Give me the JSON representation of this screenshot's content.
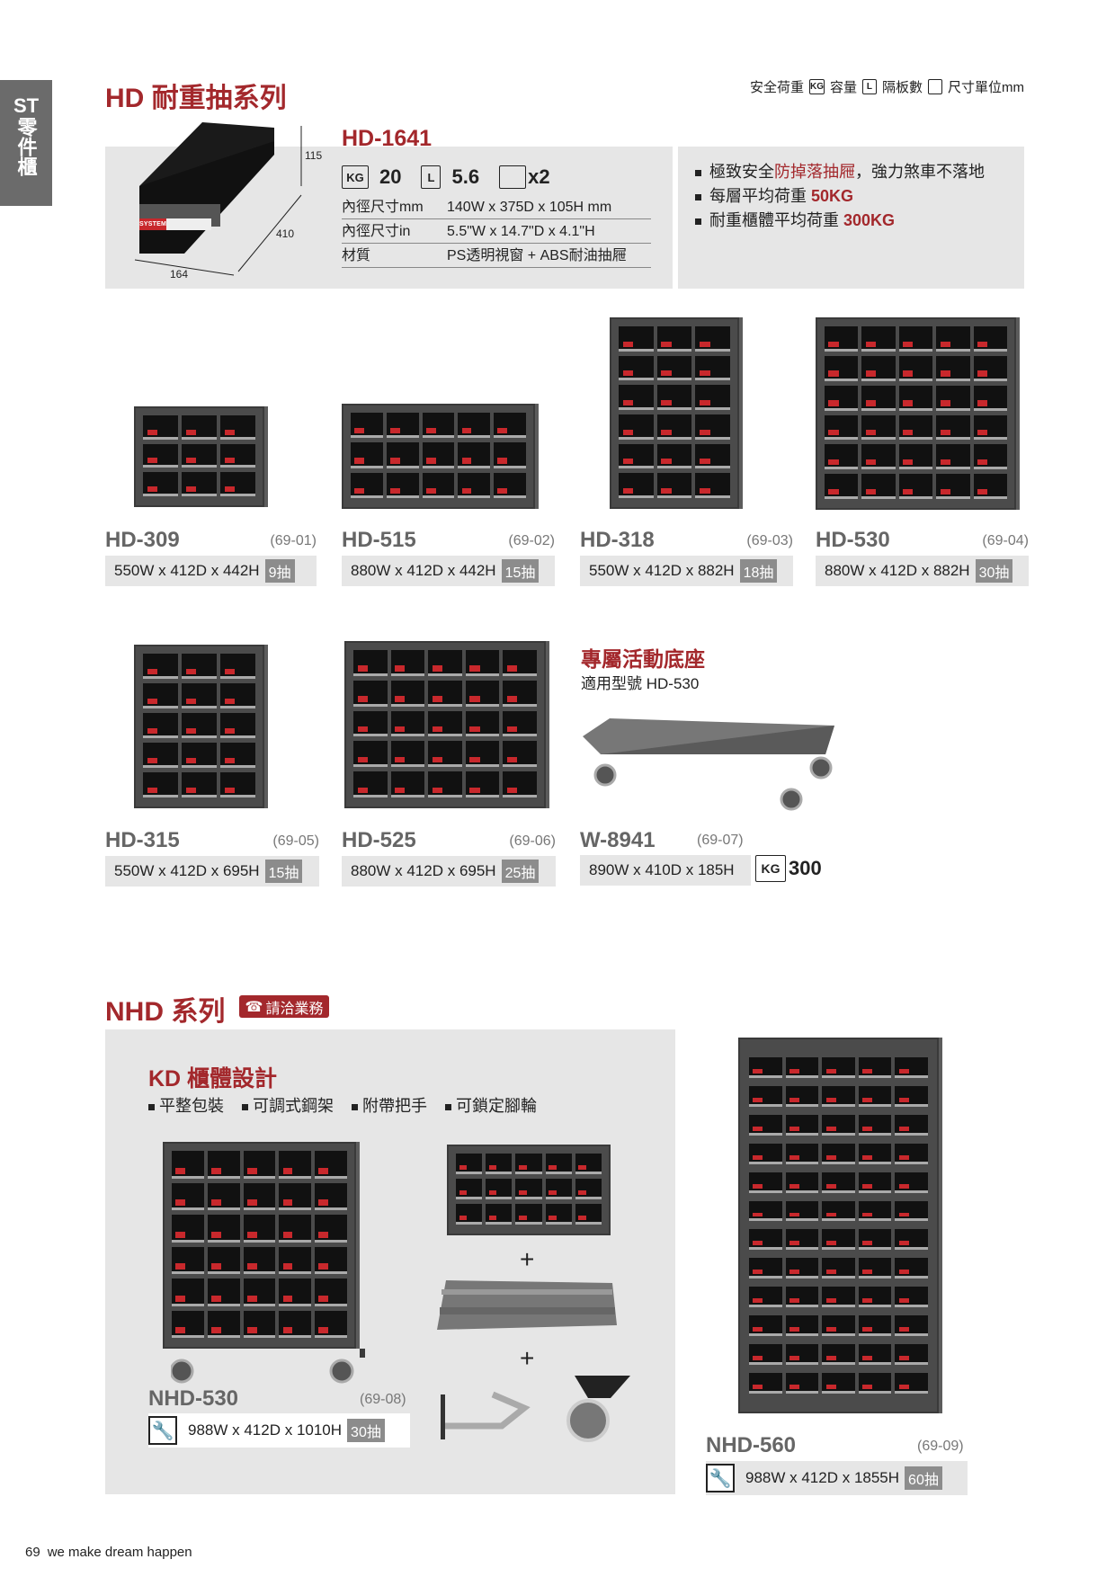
{
  "side_tab": {
    "line1": "ST",
    "line2": "零件櫃"
  },
  "hd": {
    "title": "HD 耐重抽系列",
    "legend": {
      "safe_load": "安全荷重",
      "kg": "KG",
      "capacity": "容量",
      "l": "L",
      "dividers": "隔板數",
      "unit": "尺寸單位mm"
    },
    "bin": {
      "model": "HD-1641",
      "dim_h": "115",
      "dim_d": "410",
      "dim_w": "164",
      "brand": "SYSTEM",
      "load": "20",
      "volume": "5.6",
      "dividers": "x2",
      "rows": [
        {
          "label": "內徑尺寸mm",
          "value": "140W x 375D x 105H mm"
        },
        {
          "label": "內徑尺寸in",
          "value": "5.5\"W x 14.7\"D x 4.1\"H"
        },
        {
          "label": "材質",
          "value": "PS透明視窗 + ABS耐油抽屜"
        }
      ]
    },
    "features": [
      {
        "pre": "極致安全",
        "hl": "防掉落抽屜",
        "post": "，強力煞車不落地"
      },
      {
        "pre": "每層平均荷重 ",
        "hl": "50KG",
        "post": ""
      },
      {
        "pre": "耐重櫃體平均荷重 ",
        "hl": "300KG",
        "post": ""
      }
    ],
    "products": [
      {
        "model": "HD-309",
        "code": "(69-01)",
        "spec": "550W x 412D x 442H",
        "count": "9抽"
      },
      {
        "model": "HD-515",
        "code": "(69-02)",
        "spec": "880W x 412D x 442H",
        "count": "15抽"
      },
      {
        "model": "HD-318",
        "code": "(69-03)",
        "spec": "550W x 412D x 882H",
        "count": "18抽"
      },
      {
        "model": "HD-530",
        "code": "(69-04)",
        "spec": "880W x 412D x 882H",
        "count": "30抽"
      },
      {
        "model": "HD-315",
        "code": "(69-05)",
        "spec": "550W x 412D x 695H",
        "count": "15抽"
      },
      {
        "model": "HD-525",
        "code": "(69-06)",
        "spec": "880W x 412D x 695H",
        "count": "25抽"
      }
    ],
    "dolly": {
      "title": "專屬活動底座",
      "subtitle": "適用型號 HD-530",
      "model": "W-8941",
      "code": "(69-07)",
      "spec": "890W x 410D x 185H",
      "load": "300"
    }
  },
  "nhd": {
    "title": "NHD 系列",
    "badge": "請洽業務",
    "kd_title": "KD 櫃體設計",
    "kd_features": [
      "平整包裝",
      "可調式鋼架",
      "附帶把手",
      "可鎖定腳輪"
    ],
    "plus": "+",
    "products": [
      {
        "model": "NHD-530",
        "code": "(69-08)",
        "spec": "988W x 412D x 1010H",
        "count": "30抽"
      },
      {
        "model": "NHD-560",
        "code": "(69-09)",
        "spec": "988W x 412D x 1855H",
        "count": "60抽"
      }
    ]
  },
  "footer": {
    "page": "69",
    "slogan": "we make dream happen"
  },
  "colors": {
    "accent": "#a3282c",
    "panel": "#e6e6e6"
  }
}
